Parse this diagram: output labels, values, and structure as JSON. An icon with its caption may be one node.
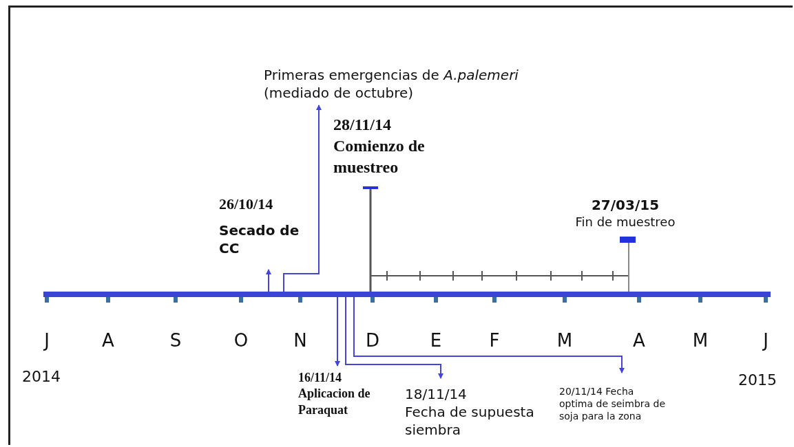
{
  "diagram": {
    "nodes": [
      {
        "text": [],
        "shape": "bar"
      },
      {
        "text": [
          "26/10/14",
          "Secado de CC"
        ]
      },
      {
        "text": [
          "Primeras emergencias de *A.palemeri* (mediado de octubre)"
        ]
      },
      {
        "text": [
          "28/11/14",
          "Comienzo de muestreo"
        ]
      },
      {
        "text": [
          "27/03/15",
          "Fin de muestreo"
        ]
      },
      {
        "text": [
          "16/11/14",
          "Aplicacion de Paraquat"
        ]
      },
      {
        "text": [
          "18/11/14",
          "Fecha de supuesta siembra"
        ]
      },
      {
        "text": [
          "20/11/14 Fecha optima de seimbra de soja para la zona"
        ]
      }
    ],
    "edges": [
      {
        "from": 0,
        "to": 1,
        "arrow": "to"
      },
      {
        "from": 0,
        "to": 2,
        "arrow": "to"
      },
      {
        "from": 0,
        "to": 5,
        "arrow": "to"
      },
      {
        "from": 0,
        "to": 6,
        "arrow": "to"
      },
      {
        "from": 0,
        "to": 7,
        "arrow": "to"
      }
    ],
    "labels": [
      "J",
      "A",
      "S",
      "O",
      "N",
      "D",
      "E",
      "F",
      "M",
      "A",
      "M",
      "J",
      "2014",
      "2015"
    ]
  }
}
